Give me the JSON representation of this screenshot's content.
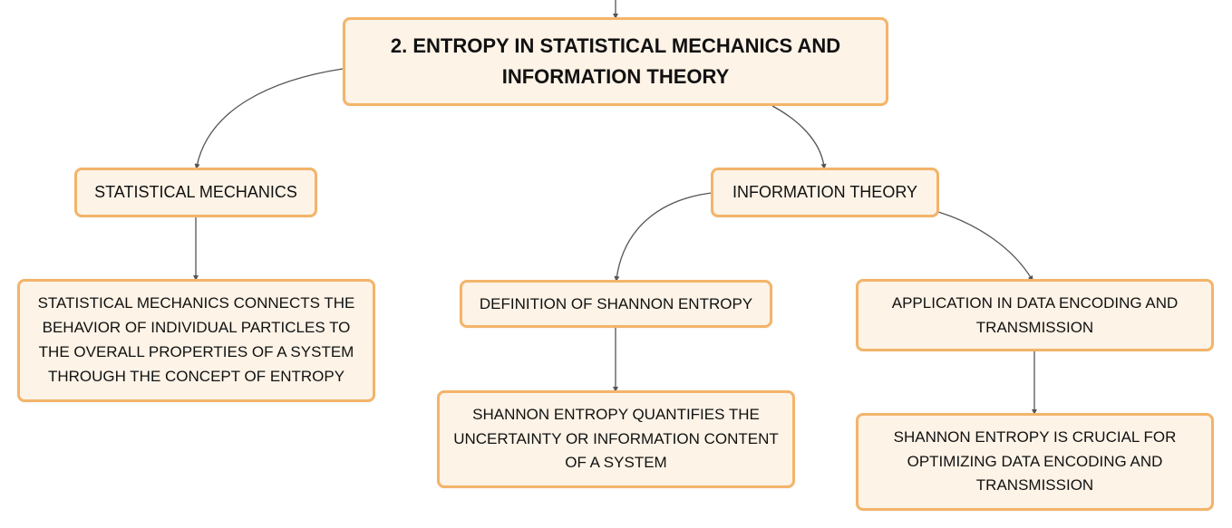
{
  "diagram": {
    "root": {
      "label": "2. ENTROPY IN STATISTICAL MECHANICS AND INFORMATION THEORY"
    },
    "statistical_mechanics": {
      "label": "STATISTICAL MECHANICS",
      "detail": "STATISTICAL MECHANICS CONNECTS THE BEHAVIOR OF INDIVIDUAL PARTICLES TO THE OVERALL PROPERTIES OF A SYSTEM THROUGH THE CONCEPT OF ENTROPY"
    },
    "information_theory": {
      "label": "INFORMATION THEORY",
      "shannon_definition": {
        "label": "DEFINITION OF SHANNON ENTROPY",
        "detail": "SHANNON ENTROPY QUANTIFIES THE UNCERTAINTY OR INFORMATION CONTENT OF A SYSTEM"
      },
      "data_application": {
        "label": "APPLICATION IN DATA ENCODING AND TRANSMISSION",
        "detail": "SHANNON ENTROPY IS CRUCIAL FOR OPTIMIZING DATA ENCODING AND TRANSMISSION"
      }
    },
    "colors": {
      "node_fill": "#fdf3e7",
      "node_border": "#f3b46a",
      "connector": "#555555",
      "text": "#111111"
    }
  }
}
